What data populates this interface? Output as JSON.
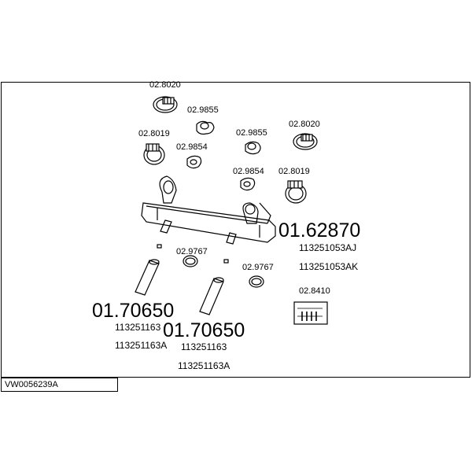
{
  "vehicle_code": "VW0056239A",
  "part_labels": {
    "clamp_top_left": "02.8020",
    "gasket_top": "02.9855",
    "clamp_mid_left": "02.8019",
    "gasket_mid_left": "02.9854",
    "gasket_center": "02.9855",
    "clamp_top_right": "02.8020",
    "gasket_right": "02.9854",
    "clamp_right": "02.8019",
    "ring_left": "02.9767",
    "ring_right": "02.9767",
    "mounting_kit": "02.8410"
  },
  "parts": {
    "manifold": {
      "number": "01.62870",
      "refs": [
        "113251053AJ",
        "113251053AK"
      ]
    },
    "pipe_left": {
      "number": "01.70650",
      "refs": [
        "113251163",
        "113251163A"
      ]
    },
    "pipe_right": {
      "number": "01.70650",
      "refs": [
        "113251163",
        "113251163A"
      ]
    }
  }
}
